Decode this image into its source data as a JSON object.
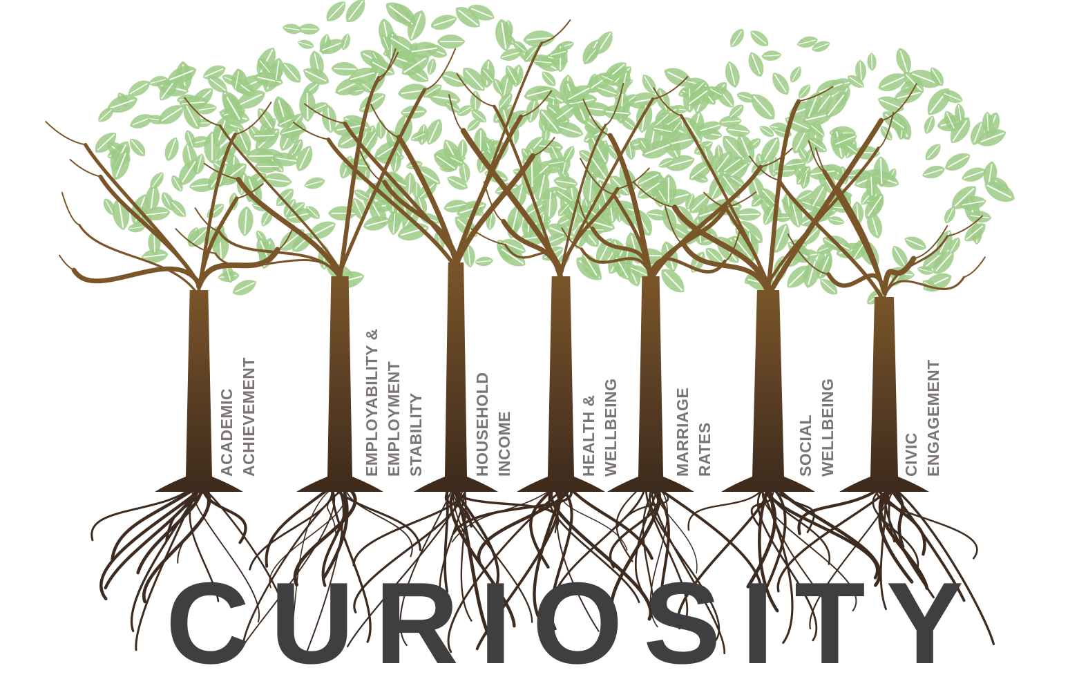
{
  "colors": {
    "leaf_fill": "#9ccb86",
    "leaf_vein": "#ffffff",
    "trunk_top": "#6e4c23",
    "trunk_bottom": "#3d2a1c",
    "root": "#3e2b20",
    "label_text": "#7a7574",
    "title_text": "#3f3f42"
  },
  "icons": [
    "leaf-icon",
    "tree-icon",
    "root-icon"
  ],
  "trees": [
    {
      "label": "ACADEMIC\nACHIEVEMENT"
    },
    {
      "label": "EMPLOYABILITY &\nEMPLOYMENT\nSTABILITY"
    },
    {
      "label": "HOUSEHOLD\nINCOME"
    },
    {
      "label": "HEALTH &\nWELLBEING"
    },
    {
      "label": "MARRIAGE\nRATES"
    },
    {
      "label": "SOCIAL\nWELLBEING"
    },
    {
      "label": "CIVIC\nENGAGEMENT"
    }
  ],
  "title": "CURIOSITY"
}
